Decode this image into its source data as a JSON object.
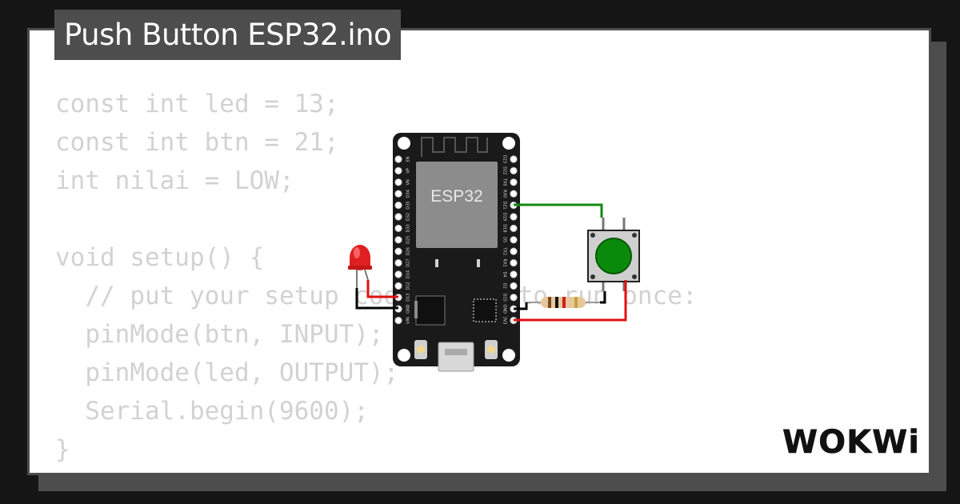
{
  "title": "Push Button ESP32.ino",
  "code_lines": [
    "const int led = 13;",
    "const int btn = 21;",
    "int nilai = LOW;",
    "",
    "void setup() {",
    "  // put your setup code here, to run once:",
    "  pinMode(btn, INPUT);",
    "  pinMode(led, OUTPUT);",
    "  Serial.begin(9600);",
    "}"
  ],
  "board": {
    "label": "ESP32",
    "left_pins": [
      "EN",
      "VP",
      "VN",
      "D34",
      "D35",
      "D32",
      "D33",
      "D25",
      "D26",
      "D27",
      "D14",
      "D12",
      "D13",
      "GND",
      "VIN"
    ],
    "right_pins": [
      "D23",
      "D22",
      "TX0",
      "RX0",
      "D21",
      "D19",
      "D18",
      "D5",
      "TX2",
      "RX2",
      "D4",
      "D2",
      "D15",
      "GND",
      "3V3"
    ]
  },
  "logo_text": "WOKWi",
  "colors": {
    "background": "#151515",
    "card": "#ffffff",
    "frame": "#4d4d4d",
    "code_text": "#d2d2d2",
    "board": "#1a1a1a",
    "chip": "#8c8c8c",
    "led": "#e02020",
    "button_cap": "#0a8a0a",
    "wire_green": "#128a12",
    "wire_red": "#e01010",
    "wire_black": "#000000"
  }
}
